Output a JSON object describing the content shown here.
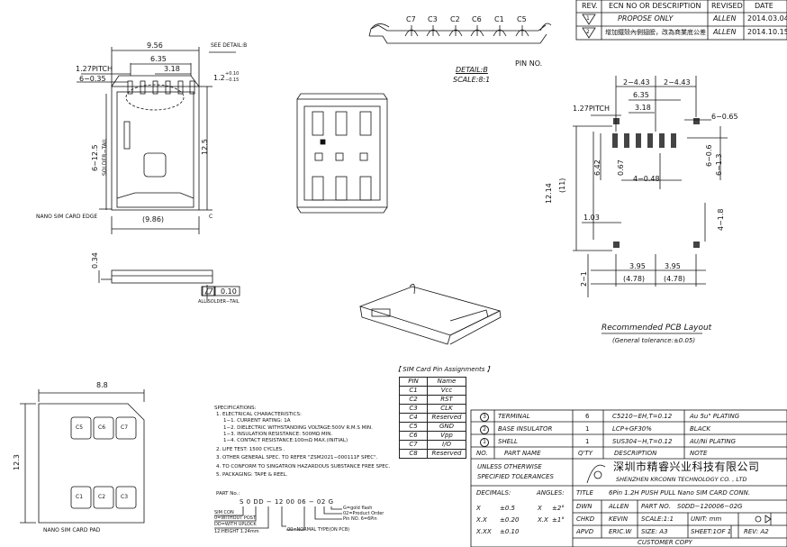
{
  "revision_table": {
    "headers": [
      "REV.",
      "ECN NO OR DESCRIPTION",
      "REVISED",
      "DATE"
    ],
    "rows": [
      {
        "rev": "1",
        "desc": "PROPOSE ONLY",
        "by": "ALLEN",
        "date": "2014.03.04"
      },
      {
        "rev": "2",
        "desc": "增加鐵殼內側翅膀，改為商業底公差",
        "by": "ALLEN",
        "date": "2014.10.15"
      }
    ]
  },
  "pin_numbers": [
    "C7",
    "C3",
    "C2",
    "C6",
    "C1",
    "C5"
  ],
  "pin_no_label": "PIN NO.",
  "detail_label": "DETAIL:B",
  "detail_scale": "SCALE:8:1",
  "top_view": {
    "dim_956": "9.56",
    "see_detail": "SEE DETAIL:B",
    "dim_635": "6.35",
    "dim_318": "3.18",
    "pitch": "1.27PITCH",
    "dim_6_035": "6−0.35",
    "dim_12_tol": "1.2",
    "tol_upper": "+0.10",
    "tol_lower": "−0.15",
    "dim_6_125": "6−12.5",
    "solder_tail": "SOLDER−TAIL",
    "dim_125": "12.5",
    "card_edge": "NANO SIM CARD EDGE",
    "dim_986": "(9.86)",
    "c_label": "C"
  },
  "side_view": {
    "dim_034": "0.34",
    "flatness": "0.10",
    "all_solder_tail": "ALL SOLDER−TAIL"
  },
  "pcb_layout": {
    "dim_2_443_a": "2−4.43",
    "dim_2_443_b": "2−4.43",
    "dim_635": "6.35",
    "dim_318": "3.18",
    "pitch": "1.27PITCH",
    "dim_6_065": "6−0.65",
    "dim_642": "6.42",
    "dim_067": "0.67",
    "dim_6_06": "6−0.6",
    "dim_6_13": "6−1.3",
    "dim_4_048": "4−0.48",
    "dim_1214": "12.14",
    "dim_11": "(11)",
    "dim_103": "1.03",
    "dim_4_18": "4−1.8",
    "dim_395_a": "3.95",
    "dim_395_b": "3.95",
    "dim_478_a": "(4.78)",
    "dim_478_b": "(4.78)",
    "dim_2_1": "2−1",
    "title": "Recommended PCB Layout",
    "tolerance": "(General tolerance:±0.05)"
  },
  "card_pad": {
    "dim_88": "8.8",
    "dim_123": "12.3",
    "pads_top": [
      "C5",
      "C6",
      "C7"
    ],
    "pads_bottom": [
      "C1",
      "C2",
      "C3"
    ],
    "label": "NANO SIM CARD PAD"
  },
  "specifications": {
    "title": "SPECIFICATIONS:",
    "lines": [
      "1. ELECTRICAL CHARACTERISTICS:",
      "1−1. CURRENT RATING: 1A",
      "1−2. DIELECTRIC WITHSTANDING VOLTAGE:500V R.M.S MIN.",
      "1−3. INSULATION RESISTANCE: 500MΩ MIN.",
      "1−4. CONTACT RESISTANCE:100mΩ MAX.(INITIAL)",
      "2. LIFE TEST: 1500 CYCLES .",
      "3. OTHER GENERAL SPEC. TO REFER \"ZSM2021−000111F SPEC\".",
      "4. TO CONFORM TO SINGATRON HAZARDOUS SUBSTANCE FREE SPEC.",
      "5. PACKAGING: TAPE & REEL."
    ]
  },
  "part_no": {
    "title": "PART No.:",
    "code": "S 0 DD − 12 00 06 − 02 G",
    "notes_left": [
      "SIM CON",
      "0=WITHOUT POST",
      "DD=WITH UPLOCK",
      "12:HEIGHT 1.24mm"
    ],
    "notes_right": [
      "G=gold flash",
      "02=Product Order",
      "Pin NO. 6=6Pin",
      "00=NORMAL TYPE(ON PCB)"
    ]
  },
  "pin_assignments": {
    "title": "【 SIM Card Pin Assignments 】",
    "headers": [
      "PIN",
      "Name"
    ],
    "rows": [
      [
        "C1",
        "Vcc"
      ],
      [
        "C2",
        "RST"
      ],
      [
        "C3",
        "CLK"
      ],
      [
        "C4",
        "Reserved"
      ],
      [
        "C5",
        "GND"
      ],
      [
        "C6",
        "Vpp"
      ],
      [
        "C7",
        "I/O"
      ],
      [
        "C8",
        "Reserved"
      ]
    ]
  },
  "bom": {
    "rows": [
      {
        "no": "3",
        "name": "TERMINAL",
        "qty": "6",
        "desc": "C5210−EH,T=0.12",
        "note": "Au 5u\" PLATING"
      },
      {
        "no": "2",
        "name": "BASE INSULATOR",
        "qty": "1",
        "desc": "LCP+GF30%",
        "note": "BLACK"
      },
      {
        "no": "1",
        "name": "SHELL",
        "qty": "1",
        "desc": "SUS304−H,T=0.12",
        "note": "AU/Ni PLATING"
      }
    ],
    "header": {
      "no": "NO.",
      "name": "PART NAME",
      "qty": "Q'TY",
      "desc": "DESCRIPTION",
      "note": "NOTE"
    }
  },
  "title_block": {
    "unless": "UNLESS OTHERWISE",
    "specified": "SPECIFIED TOLERANCES",
    "company_cn": "深圳市精睿兴业科技有限公司",
    "company_en": "SHENZHEN KRCONN TECHNOLOGY CO. , LTD",
    "decimals": "DECIMALS:",
    "angles": "ANGLES:",
    "tol_x": "X",
    "tol_x_val": "±0.5",
    "tol_xx": "X.X",
    "tol_xx_val": "±0.20",
    "tol_xxx": "X.XX",
    "tol_xxx_val": "±0.10",
    "ang_x": "X",
    "ang_x_val": "±2°",
    "ang_xx": "X.X",
    "ang_xx_val": "±1°",
    "title_label": "TITLE",
    "title_value": "6Pin 1.2H PUSH PULL Nano SIM CARD CONN.",
    "dwn": "DWN",
    "dwn_name": "ALLEN",
    "part_label": "PART NO.",
    "part_value": "S0DD−120006−02G",
    "chkd": "CHKD",
    "chkd_name": "KEVIN",
    "scale": "SCALE:1:1",
    "unit": "UNIT:   mm",
    "apvd": "APVD",
    "apvd_name": "ERIC.W",
    "size": "SIZE: A3",
    "sheet": "SHEET:1OF 1",
    "rev": "REV: A2",
    "customer_copy": "CUSTOMER COPY"
  }
}
